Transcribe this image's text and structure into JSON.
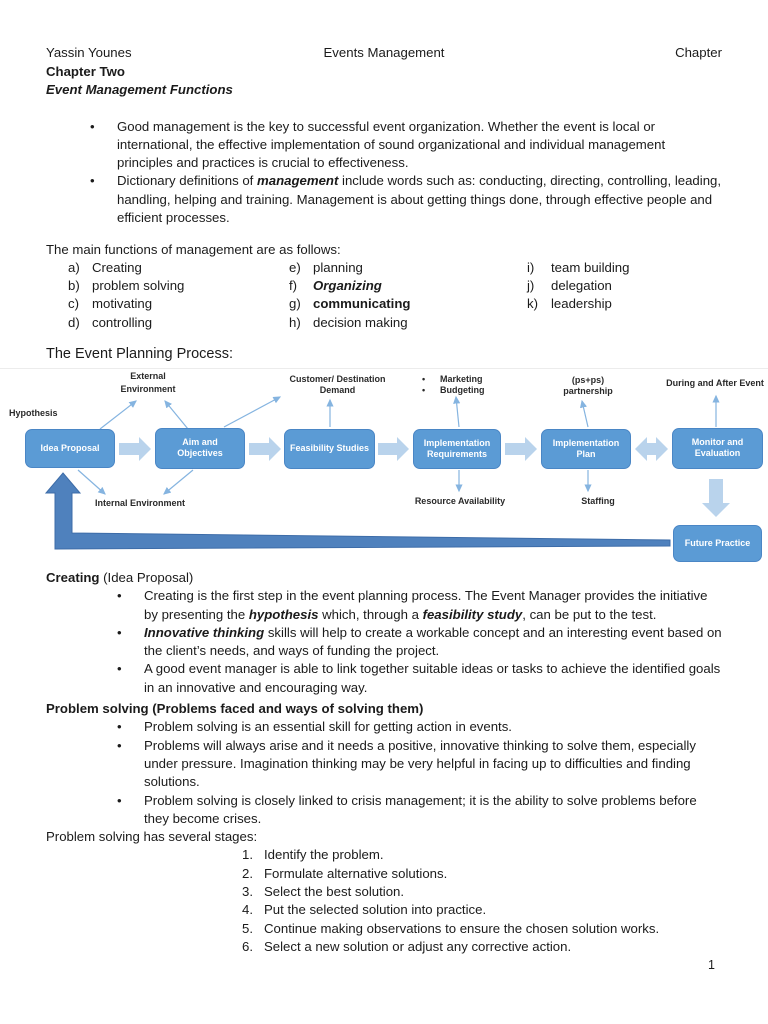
{
  "header": {
    "left": "Yassin Younes",
    "center": "Events Management",
    "right": "Chapter",
    "chapter_line": "Chapter Two",
    "subtitle": "Event Management Functions"
  },
  "intro": {
    "bullets": [
      [
        {
          "t": "Good management is the key to successful event organization. Whether the event is local or international, the effective implementation of sound organizational and individual management principles and practices is crucial to effectiveness."
        }
      ],
      [
        {
          "t": "Dictionary definitions of "
        },
        {
          "t": "management",
          "b": true,
          "i": true
        },
        {
          "t": " include words such as: conducting, directing, controlling, leading, handling, helping and training. Management is about getting things done, through effective people and efficient processes."
        }
      ]
    ]
  },
  "functions": {
    "lead": "The main functions of management are as follows:",
    "col1": [
      {
        "letter": "a)",
        "segments": [
          {
            "t": "Creating"
          }
        ]
      },
      {
        "letter": "b)",
        "segments": [
          {
            "t": "problem solving"
          }
        ]
      },
      {
        "letter": "c)",
        "segments": [
          {
            "t": "motivating"
          }
        ]
      },
      {
        "letter": "d)",
        "segments": [
          {
            "t": "controlling"
          }
        ]
      }
    ],
    "col2": [
      {
        "letter": "e)",
        "segments": [
          {
            "t": "planning"
          }
        ]
      },
      {
        "letter": "f)",
        "segments": [
          {
            "t": "Organizing",
            "b": true,
            "i": true
          }
        ]
      },
      {
        "letter": "g)",
        "segments": [
          {
            "t": "communicating",
            "b": true
          }
        ]
      },
      {
        "letter": "h)",
        "segments": [
          {
            "t": "decision making"
          }
        ]
      }
    ],
    "col3": [
      {
        "letter": "i)",
        "segments": [
          {
            "t": "team building"
          }
        ]
      },
      {
        "letter": "j)",
        "segments": [
          {
            "t": "delegation"
          }
        ]
      },
      {
        "letter": "k)",
        "segments": [
          {
            "t": "leadership"
          }
        ]
      }
    ]
  },
  "process": {
    "heading": "The Event Planning Process:",
    "colors": {
      "box_fill": "#5b9bd5",
      "block_arrow": "#b9d3ec",
      "thin_arrow": "#85b4e0",
      "return_arrow": "#4f81bd"
    },
    "boxes": {
      "idea": "Idea Proposal",
      "aim": [
        "Aim  and",
        "Objectives"
      ],
      "feasibility": "Feasibility Studies",
      "impl_req": [
        "Implementation",
        "Requirements"
      ],
      "impl_plan": [
        "Implementation",
        "Plan"
      ],
      "monitor": [
        "Monitor and",
        "Evaluation"
      ],
      "future": "Future Practice"
    },
    "labels": {
      "hypothesis": "Hypothesis",
      "external": [
        "External",
        "Environment"
      ],
      "customer": [
        "Customer/ Destination",
        "Demand"
      ],
      "marketing_bullets": [
        "Marketing",
        "Budgeting"
      ],
      "partnership": [
        "(ps+ps)",
        "partnership"
      ],
      "during": "During and After Event",
      "internal": "Internal Environment",
      "resource": "Resource Availability",
      "staffing": "Staffing"
    }
  },
  "creating": {
    "heading": [
      {
        "t": "Creating",
        "b": true
      },
      {
        "t": " (Idea Proposal)"
      }
    ],
    "bullets": [
      [
        {
          "t": "Creating is the first step in the event planning process. The Event Manager provides the initiative by presenting the "
        },
        {
          "t": "hypothesis",
          "b": true,
          "i": true
        },
        {
          "t": " which, through a "
        },
        {
          "t": "feasibility study",
          "b": true,
          "i": true
        },
        {
          "t": ", can be put to the test."
        }
      ],
      [
        {
          "t": "Innovative thinking",
          "b": true,
          "i": true
        },
        {
          "t": " skills will help to create a workable concept and an interesting event based on the client’s needs, and ways of funding the project."
        }
      ],
      [
        {
          "t": "A good event manager is able to link together suitable ideas or tasks to achieve the identified goals in an innovative and encouraging way."
        }
      ]
    ]
  },
  "problem": {
    "heading": "Problem solving (Problems faced and ways of solving them)",
    "bullets": [
      [
        {
          "t": "Problem solving is an essential skill for getting action in events."
        }
      ],
      [
        {
          "t": "Problems will always arise and it needs a positive, innovative thinking to solve them, especially under pressure. Imagination thinking may be very helpful in facing up to difficulties and finding solutions."
        }
      ],
      [
        {
          "t": "Problem solving is closely linked to crisis management; it is the ability to solve problems before they become crises."
        }
      ]
    ]
  },
  "stages": {
    "lead": "Problem solving has several stages:",
    "items": [
      {
        "num": "1.",
        "text": "Identify the problem."
      },
      {
        "num": "2.",
        "text": "Formulate alternative solutions."
      },
      {
        "num": "3.",
        "text": "Select the best solution."
      },
      {
        "num": "4.",
        "text": "Put the selected solution into practice."
      },
      {
        "num": "5.",
        "text": "Continue making observations to ensure the chosen solution works."
      },
      {
        "num": "6.",
        "text": "Select a new solution or adjust any corrective action."
      }
    ]
  },
  "footer": {
    "page_number": "1"
  }
}
